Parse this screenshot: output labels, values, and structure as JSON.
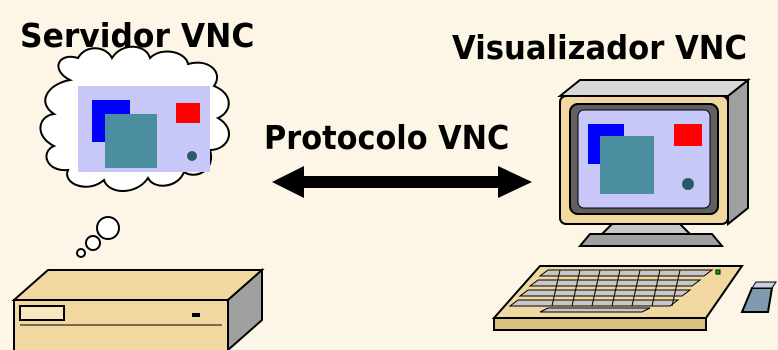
{
  "labels": {
    "server_title": "Servidor VNC",
    "viewer_title": "Visualizador VNC",
    "protocol": "Protocolo VNC"
  },
  "colors": {
    "background": "#fdf6e6",
    "window_bg": "#c8c8f8",
    "blue_square": "#0000ff",
    "teal_square": "#4a8ea0",
    "red_square": "#ff0000",
    "dot": "#2a5a66",
    "beige_hardware": "#f0d8a0",
    "gray_panel": "#a0a0a0"
  },
  "icons": {
    "server": "server-box-icon",
    "thought": "thought-cloud-icon",
    "monitor": "monitor-icon",
    "keyboard": "keyboard-icon",
    "mouse": "mouse-icon",
    "arrow": "double-arrow-icon"
  }
}
